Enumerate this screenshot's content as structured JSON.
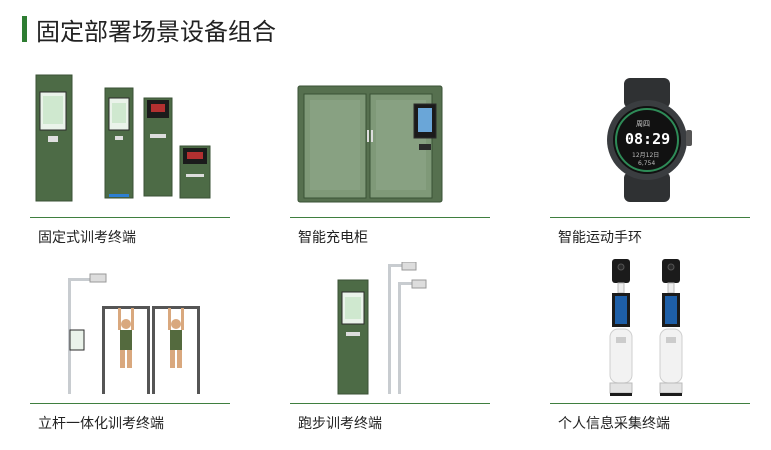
{
  "page": {
    "title": "固定部署场景设备组合",
    "accent": "#2e7d32"
  },
  "products": [
    {
      "label": "固定式训考终端",
      "icon": "fixed-terminal-icon"
    },
    {
      "label": "智能充电柜",
      "icon": "charging-cabinet-icon"
    },
    {
      "label": "智能运动手环",
      "icon": "smartwatch-icon"
    },
    {
      "label": "立杆一体化训考终端",
      "icon": "pole-pullup-terminal-icon"
    },
    {
      "label": "跑步训考终端",
      "icon": "running-terminal-icon"
    },
    {
      "label": "个人信息采集终端",
      "icon": "info-collection-kiosk-icon"
    }
  ],
  "watch": {
    "time": "08:29",
    "top_text": "周四",
    "sub_text": "12月12日",
    "bottom_text": "6,754"
  },
  "colors": {
    "olive": "#4d6b46",
    "olive_dark": "#3a5236",
    "cabinet": "#56704f",
    "screen": "#cfe8cf",
    "watch_body": "#3a3d40"
  }
}
